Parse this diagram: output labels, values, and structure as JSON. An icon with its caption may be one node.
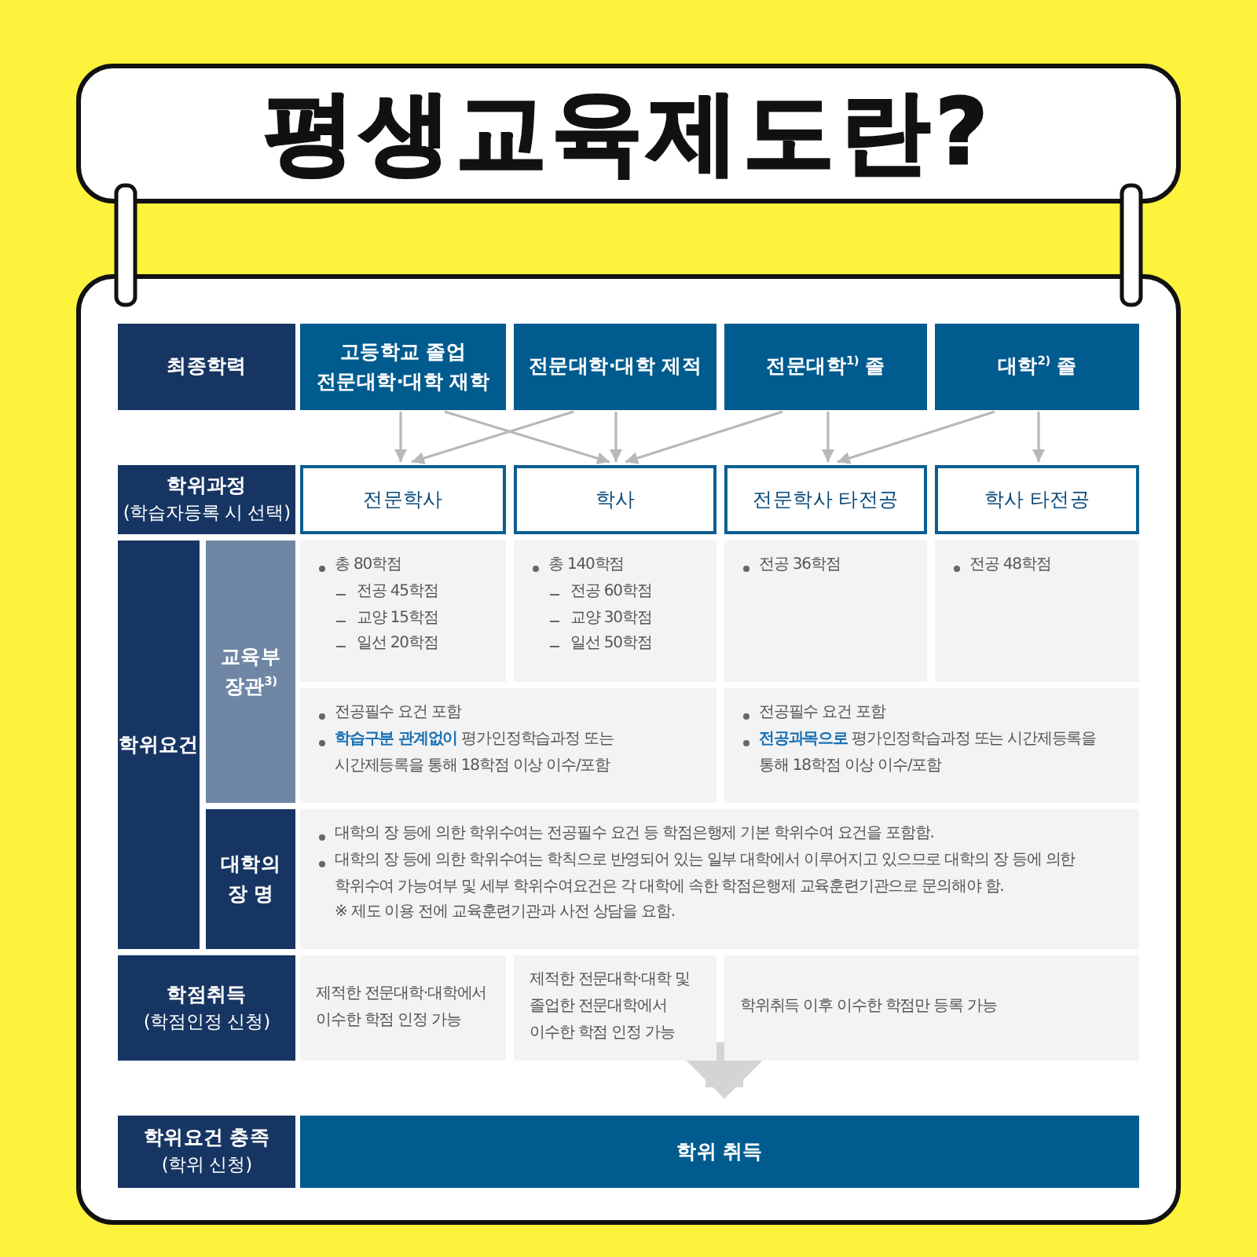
{
  "diagram": {
    "title": "평생교육제도란?",
    "nodes": [
      {
        "text": [
          "최종학력"
        ]
      },
      {
        "text": [
          "고등학교 졸업 전문대학·대학 재학"
        ]
      },
      {
        "text": [
          "전문대학·대학 제적"
        ]
      },
      {
        "text": [
          "전문대학$^{1)}$ 졸"
        ]
      },
      {
        "text": [
          "대학$^{2)}$ 졸"
        ]
      },
      {
        "text": [
          "학위과정",
          "(학습자등록 시 선택)"
        ]
      },
      {
        "text": [
          "전문학사"
        ]
      },
      {
        "text": [
          "학사"
        ]
      },
      {
        "text": [
          "전문학사 타전공"
        ]
      },
      {
        "text": [
          "학사 타전공"
        ]
      },
      {
        "text": [
          "학위요건"
        ]
      },
      {
        "text": [
          "교육부 장관$^{3)}$"
        ]
      },
      {
        "text": [
          "총 80학점",
          "전공 45학점",
          "교양 15학점",
          "일선 20학점"
        ]
      },
      {
        "text": [
          "총 140학점",
          "전공 60학점",
          "교양 30학점",
          "일선 50학점"
        ]
      },
      {
        "text": [
          "전공 36학점"
        ]
      },
      {
        "text": [
          "전공 48학점"
        ]
      },
      {
        "text": [
          "전공필수 요건 포함",
          "**학습구분 관계없이** 평가인정학습과정 또는 시간제등록을 통해 18학점 이상 이수/포함"
        ]
      },
      {
        "text": [
          "전공필수 요건 포함",
          "**전공과목으로** 평가인정학습과정 또는 시간제등록을 통해 18학점 이상 이수/포함"
        ]
      },
      {
        "text": [
          "대학의 장 명"
        ]
      },
      {
        "text": [
          "대학의 장 등에 의한 학위수여는 전공필수 요건 등 학점은행제 기본 학위수여 요건을 포함함.",
          "대학의 장 등에 의한 학위수여는 학칙으로 반영되어 있는 일부 대학에서 이루어지고 있으므로 대학의 장 등에 의한 학위수여 가능여부 및 세부 학위수여요건은 각 대학에 속한 학점은행제 교육훈련기관으로 문의해야 함.",
          "※ 제도 이용 전에 교육훈련기관과 사전 상담을 요함."
        ]
      },
      {
        "text": [
          "학점취득",
          "(학점인정 신청)"
        ]
      },
      {
        "text": [
          "제적한 전문대학·대학에서 이수한 학점 인정 가능"
        ]
      },
      {
        "text": [
          "제적한 전문대학·대학 및 졸업한 전문대학에서 이수한 학점 인정 가능"
        ]
      },
      {
        "text": [
          "학위취득 이후 이수한 학점만 등록 가능"
        ]
      },
      {
        "text": [
          "학위요건 충족",
          "(학위 신청)"
        ]
      },
      {
        "text": [
          "학위 취득"
        ]
      }
    ],
    "edges": [
      {
        "from": 1,
        "to": 6,
        "arrow": "to"
      },
      {
        "from": 1,
        "to": 7,
        "arrow": "to"
      },
      {
        "from": 2,
        "to": 6,
        "arrow": "to"
      },
      {
        "from": 2,
        "to": 7,
        "arrow": "to"
      },
      {
        "from": 3,
        "to": 7,
        "arrow": "to"
      },
      {
        "from": 3,
        "to": 8,
        "arrow": "to"
      },
      {
        "from": 4,
        "to": 8,
        "arrow": "to"
      },
      {
        "from": 4,
        "to": 9,
        "arrow": "to"
      },
      {
        "from": 22,
        "to": 25,
        "arrow": "to",
        "style": "thick",
        "color": "#d4d4d4"
      }
    ]
  }
}
